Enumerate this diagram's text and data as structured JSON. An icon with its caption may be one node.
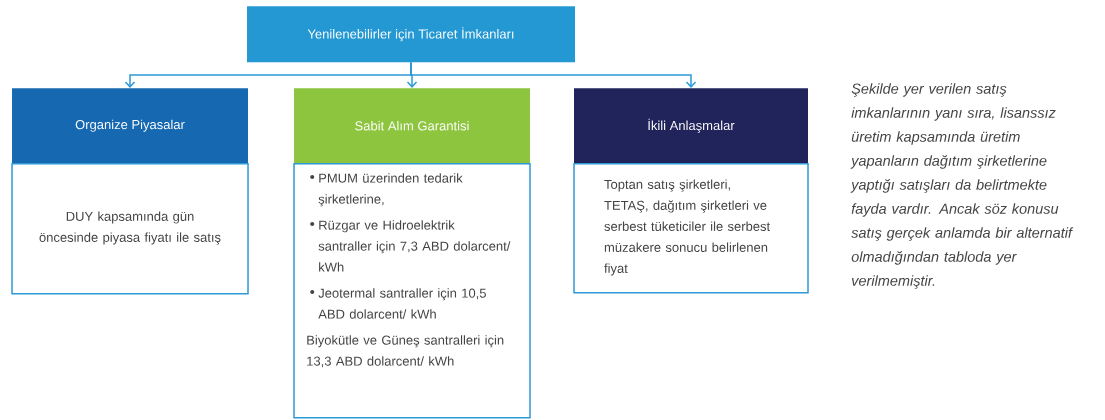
{
  "diagram": {
    "nodes": [
      {
        "text": [
          "Yenilenebilirler için Ticaret İmkanları"
        ]
      },
      {
        "text": [
          "Organize Piyasalar"
        ]
      },
      {
        "text": [
          "DUY kapsamında gün öncesinde piyasa fiyatı ile satış"
        ]
      },
      {
        "text": [
          "Sabit Alım Garantisi"
        ]
      },
      {
        "text": [
          "PMUM üzerinden tedarik şirketlerine,",
          "Rüzgar ve Hidroelektrik santraller için 7,3 ABD dolarcent/ kWh",
          "Jeotermal santraller için 10,5 ABD dolarcent/ kWh",
          "Biyokütle ve Güneş santralleri için 13,3 ABD dolarcent/ kWh"
        ]
      },
      {
        "text": [
          "İkili Anlaşmalar"
        ]
      },
      {
        "text": [
          "Toptan satış şirketleri, TETAŞ, dağıtım şirketleri ve serbest tüketiciler ile serbest müzakere sonucu belirlenen fiyat"
        ]
      }
    ],
    "edges": [
      {
        "from": 0,
        "to": 1,
        "arrow": "to"
      },
      {
        "from": 0,
        "to": 3,
        "arrow": "to"
      },
      {
        "from": 0,
        "to": 5,
        "arrow": "to"
      }
    ],
    "labels": [
      "Şekilde yer verilen satış imkanlarının yanı sıra, lisanssız üretim kapsamında üretim yapanların dağıtım şirketlerine yaptığı satışları da belirtmekte fayda vardır. Ancak söz konusu satış gerçek anlamda bir alternatif olmadığından tabloda yer verilmemiştir."
    ]
  }
}
